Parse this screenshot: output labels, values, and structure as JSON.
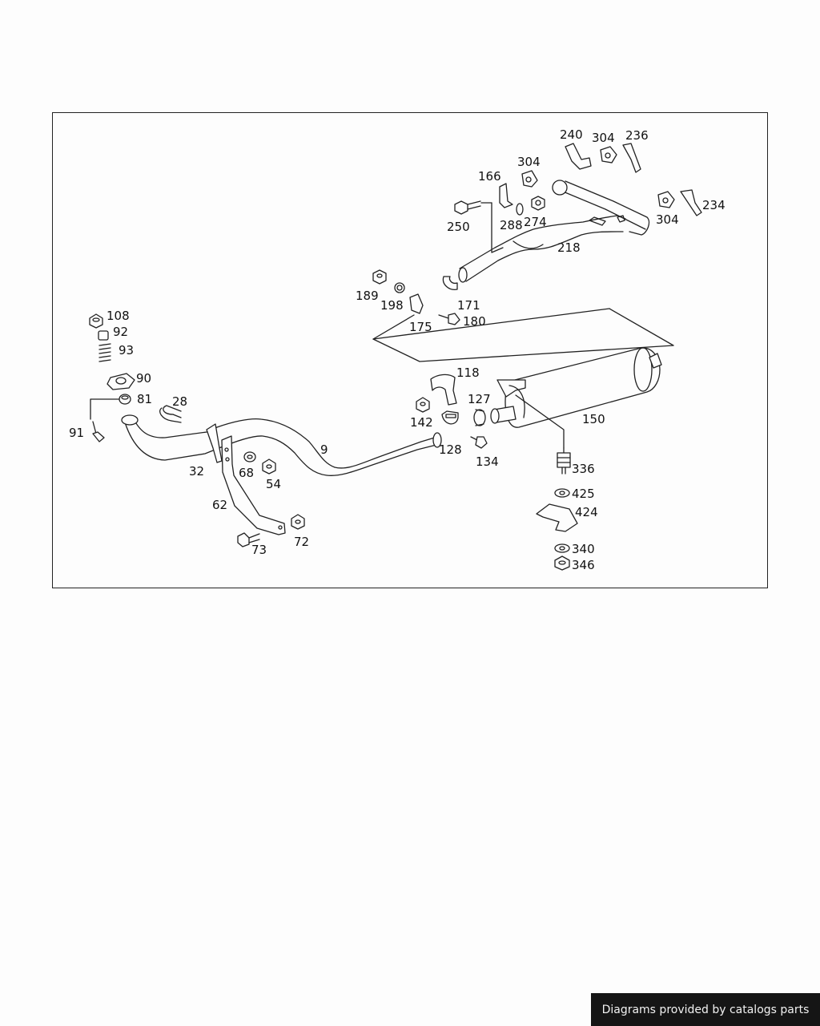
{
  "diagram": {
    "labels": {
      "p240": "240",
      "p304a": "304",
      "p236": "236",
      "p304b": "304",
      "p166": "166",
      "p304c": "304",
      "p234": "234",
      "p250": "250",
      "p288": "288",
      "p274": "274",
      "p218": "218",
      "p189": "189",
      "p198": "198",
      "p171": "171",
      "p175": "175",
      "p180": "180",
      "p108": "108",
      "p92": "92",
      "p93": "93",
      "p90": "90",
      "p81": "81",
      "p91": "91",
      "p28": "28",
      "p118": "118",
      "p127": "127",
      "p142": "142",
      "p128": "128",
      "p134": "134",
      "p150": "150",
      "p9": "9",
      "p32": "32",
      "p68": "68",
      "p54": "54",
      "p62": "62",
      "p73": "73",
      "p72": "72",
      "p336": "336",
      "p425": "425",
      "p424": "424",
      "p340": "340",
      "p346": "346"
    }
  },
  "footer": {
    "credit": "Diagrams provided by catalogs parts"
  }
}
